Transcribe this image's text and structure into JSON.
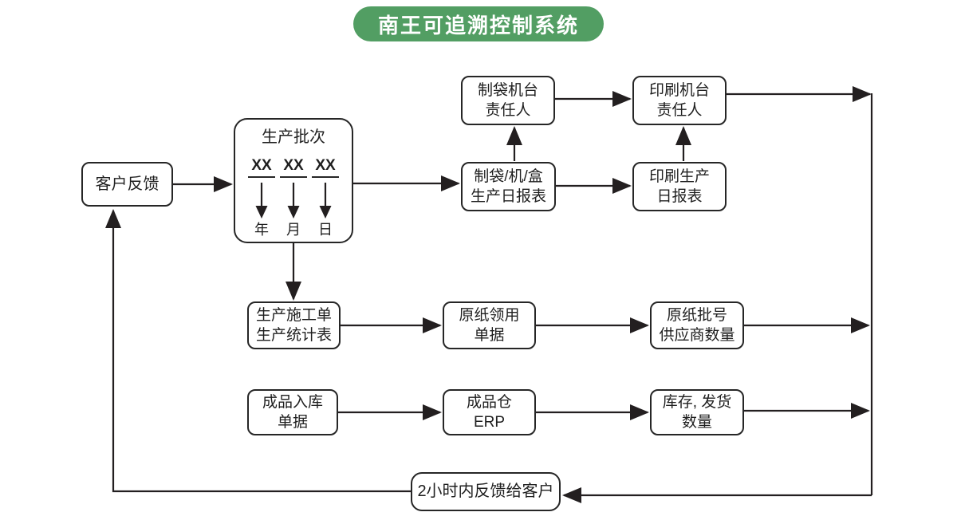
{
  "title": "南王可追溯控制系统",
  "colors": {
    "badge": "#529e63",
    "line": "#231f20"
  },
  "nodes": {
    "customer_feedback": {
      "label": "客户反馈"
    },
    "production_batch": {
      "title": "生产批次",
      "codes": [
        "XX",
        "XX",
        "XX"
      ],
      "units": [
        "年",
        "月",
        "日"
      ]
    },
    "bag_machine_person": {
      "label": "制袋机台\n责任人"
    },
    "print_machine_person": {
      "label": "印刷机台\n责任人"
    },
    "bag_daily_report": {
      "label": "制袋/机/盒\n生产日报表"
    },
    "print_daily_report": {
      "label": "印刷生产\n日报表"
    },
    "work_order": {
      "label": "生产施工单\n生产统计表"
    },
    "paper_requisition": {
      "label": "原纸领用\n单据"
    },
    "paper_batch": {
      "label": "原纸批号\n供应商数量"
    },
    "finished_goods_receipt": {
      "label": "成品入库\n单据"
    },
    "finished_warehouse": {
      "label": "成品仓\nERP"
    },
    "inventory_shipment": {
      "label": "库存, 发货\n数量"
    },
    "feedback_2h": {
      "label": "2小时内反馈给客户"
    }
  }
}
